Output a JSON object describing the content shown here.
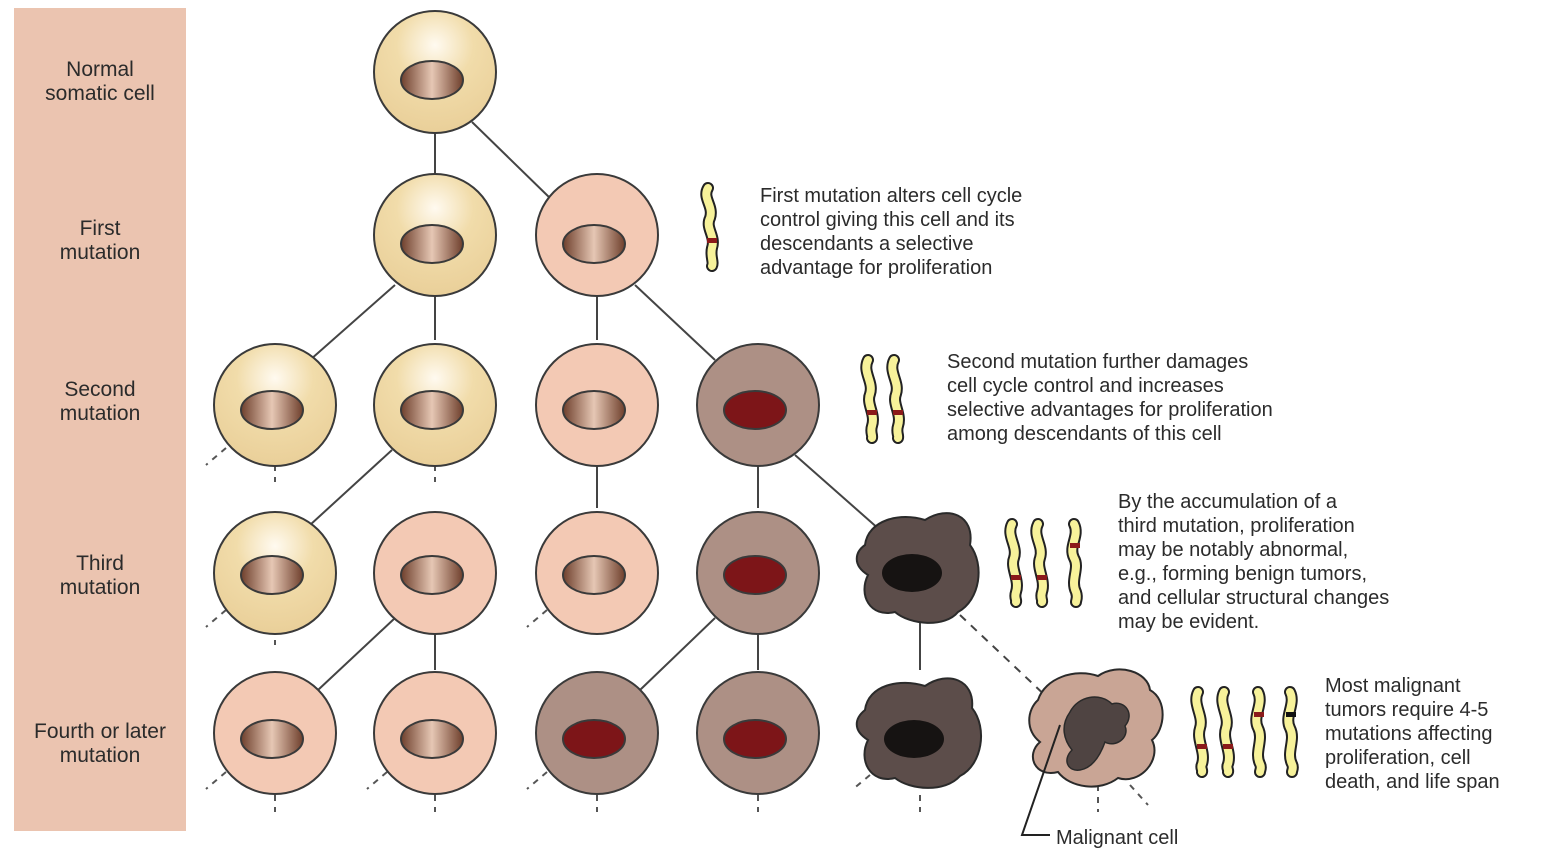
{
  "row_labels": [
    "Normal\nsomatic cell",
    "First\nmutation",
    "Second\nmutation",
    "Third\nmutation",
    "Fourth or later\nmutation"
  ],
  "captions": {
    "first": "First mutation alters cell cycle\ncontrol giving this cell and its\ndescendants a selective\nadvantage for proliferation",
    "second": "Second mutation further damages\ncell cycle control and increases\nselective advantages for proliferation\namong descendants of this cell",
    "third": "By the accumulation of a\nthird mutation, proliferation\nmay be notably abnormal,\ne.g., forming benign tumors,\nand cellular structural changes\nmay be evident.",
    "fourth": "Most malignant\ntumors require 4-5\nmutations affecting\nproliferation, cell\ndeath, and life span"
  },
  "malignant_label": "Malignant cell",
  "colors": {
    "band": "#ebc4b0",
    "normal_cell": "#f1dcaa",
    "mutated_cell": "#f3c9b4",
    "advanced_cell": "#ad9085",
    "tumor_cell": "#5c4d4a",
    "normal_nucleus": "#9c6a52",
    "advanced_nucleus": "#7d1518",
    "chromosome": "#f7f29a",
    "mutation_band": "#8b1a1a"
  }
}
